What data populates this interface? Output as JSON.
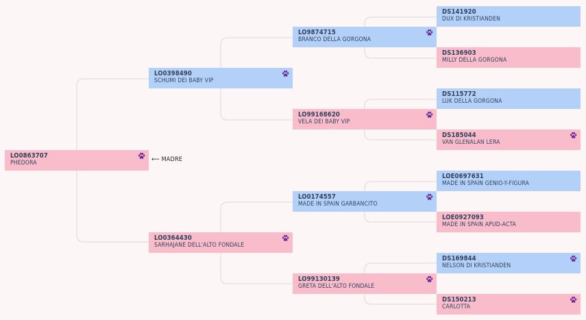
{
  "labels": {
    "madre": "MADRE"
  },
  "colors": {
    "male": "#b3d1f8",
    "female": "#f9bccb",
    "paw": "#6a2a9a",
    "line": "#d9d9d9"
  },
  "icons": {
    "paw": "paw-icon",
    "arrow": "arrow-left-icon"
  },
  "pedigree": {
    "subject": {
      "code": "LO0863707",
      "name": "PHEDORA"
    },
    "sire": {
      "code": "LO0398490",
      "name": "SCHUMI DEI BABY VIP"
    },
    "dam": {
      "code": "LO0364430",
      "name": "SARHAJANE DELL'ALTO FONDALE"
    },
    "sire_sire": {
      "code": "LO9874715",
      "name": "BRANCO DELLA GORGONA"
    },
    "sire_dam": {
      "code": "LO99168620",
      "name": "VELA DEI BABY VIP"
    },
    "dam_sire": {
      "code": "LO0174557",
      "name": "MADE IN SPAIN GARBANCITO"
    },
    "dam_dam": {
      "code": "LO99130139",
      "name": "GRETA DELL'ALTO FONDALE"
    },
    "ggp": [
      {
        "code": "DS141920",
        "name": "DUX DI KRISTIANDEN"
      },
      {
        "code": "DS136903",
        "name": "MILLY DELLA GORGONA"
      },
      {
        "code": "DS115772",
        "name": "LUK DELLA GORGONA"
      },
      {
        "code": "DS185044",
        "name": "VAN GLENALAN LERA"
      },
      {
        "code": "LOE0697631",
        "name": "MADE IN SPAIN GENIO-Y-FIGURA"
      },
      {
        "code": "LOE0927093",
        "name": "MADE IN SPAIN APUD-ACTA"
      },
      {
        "code": "DS169844",
        "name": "NELSON DI KRISTIANDEN"
      },
      {
        "code": "DS150213",
        "name": "CARLOTTA"
      }
    ]
  }
}
